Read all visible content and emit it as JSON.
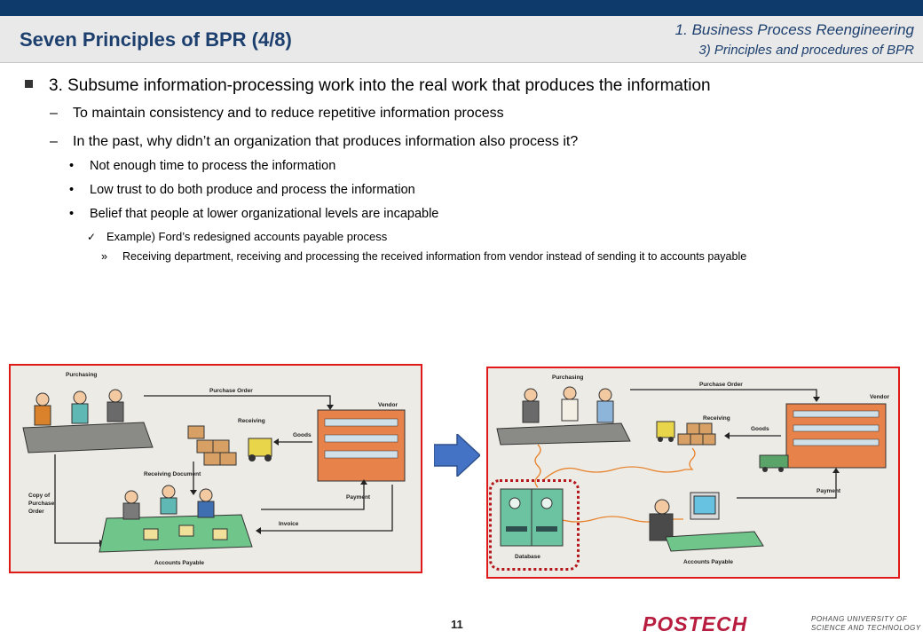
{
  "header": {
    "title": "Seven Principles of BPR (4/8)",
    "breadcrumb_1": "1. Business Process Reengineering",
    "breadcrumb_2": "3) Principles and procedures of BPR"
  },
  "outline": {
    "principle": "3. Subsume information-processing work into the real work that produces the information",
    "dash_1": "To maintain consistency and to reduce repetitive information process",
    "dash_2": "In the past, why didn’t an organization that produces information also process it?",
    "bullets": [
      "Not enough time to process the information",
      "Low trust to do both produce and process the information",
      "Belief that people at lower organizational levels are incapable"
    ],
    "check_item": "Example) Ford’s redesigned accounts payable process",
    "detail": "Receiving department, receiving  and processing the received information from vendor instead of sending it to accounts payable",
    "markers": {
      "dash": "–",
      "bullet": "•",
      "check": "✓",
      "raquo": "»"
    }
  },
  "figure_before": {
    "labels": {
      "purchasing": "Purchasing",
      "purchase_order": "Purchase Order",
      "vendor": "Vendor",
      "receiving": "Receiving",
      "goods": "Goods",
      "receiving_document": "Receiving Document",
      "copy_of": "Copy of",
      "purchase": "Purchase",
      "order": "Order",
      "payment": "Payment",
      "invoice": "Invoice",
      "accounts_payable": "Accounts Payable"
    }
  },
  "figure_after": {
    "labels": {
      "purchasing": "Purchasing",
      "purchase_order": "Purchase Order",
      "vendor": "Vendor",
      "receiving": "Receiving",
      "goods": "Goods",
      "payment": "Payment",
      "database": "Database",
      "accounts_payable": "Accounts Payable"
    }
  },
  "footer": {
    "page_number": "11",
    "logo": "POSTECH",
    "logo_sub_1": "POHANG UNIVERSITY OF",
    "logo_sub_2": "SCIENCE AND TECHNOLOGY"
  },
  "colors": {
    "accent": "#1c3f6e",
    "top_bar": "#0e3a6b",
    "frame": "#e01a1a",
    "arrow": "#4472c4",
    "logo": "#b81d3f"
  }
}
